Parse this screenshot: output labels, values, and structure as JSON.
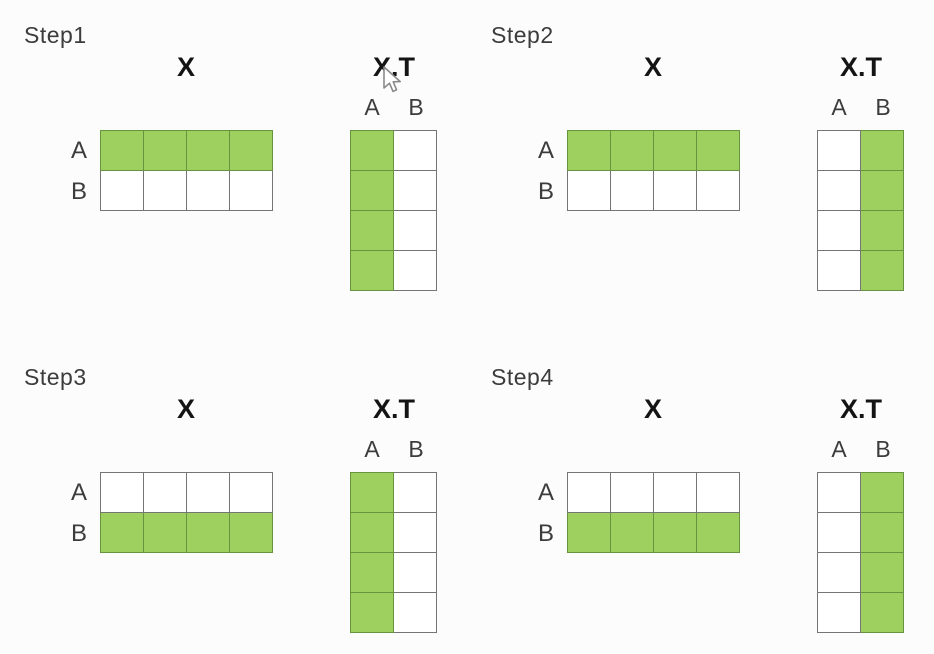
{
  "diagram_title_implicit": "Matrix transpose row-to-column mapping",
  "colors": {
    "highlight": "#9ed05f",
    "highlight_border": "#67953f",
    "grid_border": "#757575",
    "label_text": "#3c3c3c",
    "title_text": "#141414",
    "background": "#fcfcfc"
  },
  "matrix_labels": {
    "x_title": "X",
    "xt_title": "X.T",
    "row_labels": [
      "A",
      "B"
    ],
    "col_labels": [
      "A",
      "B"
    ]
  },
  "cursor": {
    "icon": "arrow-pointer",
    "location": "over the dot of the X.T title in Step1"
  },
  "steps": [
    {
      "label": "Step1",
      "x_highlight_row": "A",
      "xt_highlight_col": "A",
      "x_cells": [
        [
          1,
          1,
          1,
          1
        ],
        [
          0,
          0,
          0,
          0
        ]
      ],
      "xt_cells": [
        [
          1,
          0
        ],
        [
          1,
          0
        ],
        [
          1,
          0
        ],
        [
          1,
          0
        ]
      ]
    },
    {
      "label": "Step2",
      "x_highlight_row": "A",
      "xt_highlight_col": "B",
      "x_cells": [
        [
          1,
          1,
          1,
          1
        ],
        [
          0,
          0,
          0,
          0
        ]
      ],
      "xt_cells": [
        [
          0,
          1
        ],
        [
          0,
          1
        ],
        [
          0,
          1
        ],
        [
          0,
          1
        ]
      ]
    },
    {
      "label": "Step3",
      "x_highlight_row": "B",
      "xt_highlight_col": "A",
      "x_cells": [
        [
          0,
          0,
          0,
          0
        ],
        [
          1,
          1,
          1,
          1
        ]
      ],
      "xt_cells": [
        [
          1,
          0
        ],
        [
          1,
          0
        ],
        [
          1,
          0
        ],
        [
          1,
          0
        ]
      ]
    },
    {
      "label": "Step4",
      "x_highlight_row": "B",
      "xt_highlight_col": "B",
      "x_cells": [
        [
          0,
          0,
          0,
          0
        ],
        [
          1,
          1,
          1,
          1
        ]
      ],
      "xt_cells": [
        [
          0,
          1
        ],
        [
          0,
          1
        ],
        [
          0,
          1
        ],
        [
          0,
          1
        ]
      ]
    }
  ]
}
